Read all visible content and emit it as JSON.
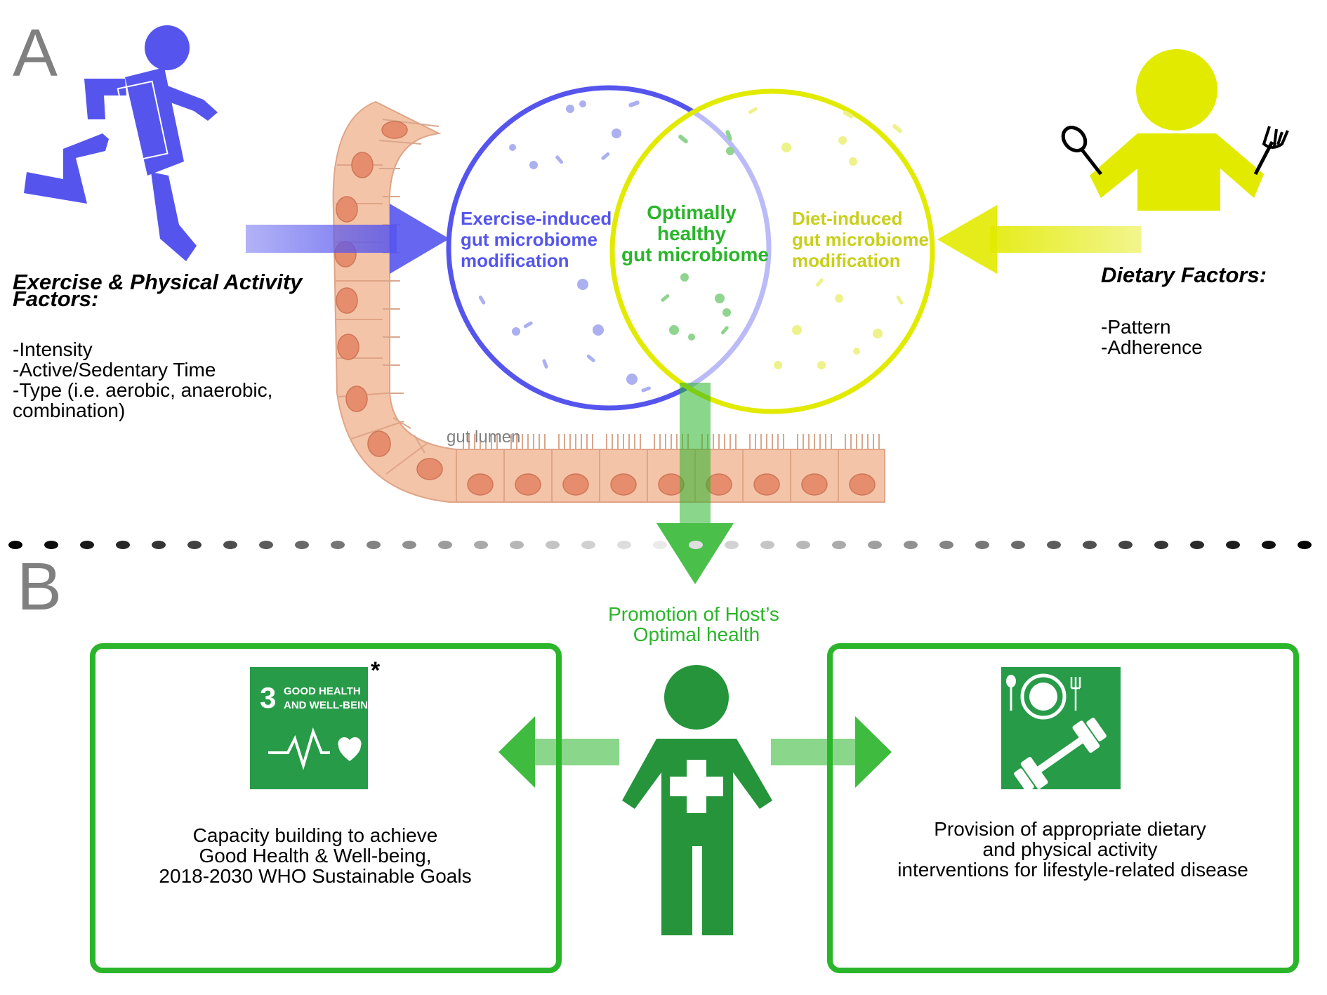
{
  "panel_a": {
    "letter": "A",
    "exercise": {
      "title_line1": "Exercise & Physical Activity",
      "title_line2": "Factors:",
      "items": [
        "-Intensity",
        "-Active/Sedentary Time",
        "-Type (i.e. aerobic, anaerobic,",
        "combination)"
      ]
    },
    "diet": {
      "title": "Dietary Factors:",
      "items": [
        "-Pattern",
        "-Adherence"
      ]
    },
    "venn": {
      "left_lines": [
        "Exercise-induced",
        "gut microbiome",
        "modification"
      ],
      "center_lines": [
        "Optimally",
        "healthy",
        "gut microbiome"
      ],
      "right_lines": [
        "Diet-induced",
        "gut microbiome",
        "modification"
      ]
    },
    "lumen_label": "gut lumen"
  },
  "panel_b": {
    "letter": "B",
    "promotion_lines": [
      "Promotion of Host’s",
      "Optimal health"
    ],
    "left_box": {
      "lines": [
        "Capacity building to achieve",
        "Good Health & Well-being,",
        "2018-2030 WHO Sustainable Goals"
      ],
      "sdg_number": "3",
      "sdg_line1": "GOOD HEALTH",
      "sdg_line2": "AND WELL-BEING",
      "asterisk": "*"
    },
    "right_box": {
      "lines": [
        "Provision of appropriate dietary",
        "and physical activity",
        "interventions for lifestyle-related disease"
      ]
    }
  },
  "colors": {
    "exercise": "#5555ee",
    "diet": "#e2ea00",
    "health": "#2ab52a",
    "health_dark": "#26943a",
    "sdg": "#279b48",
    "cell": "#f3c4a8",
    "nucleus": "#e58d6d"
  },
  "icons": [
    "running-person-icon",
    "eating-person-icon",
    "health-person-icon",
    "sdg3-heartbeat-icon",
    "plate-and-dumbbell-icon"
  ]
}
